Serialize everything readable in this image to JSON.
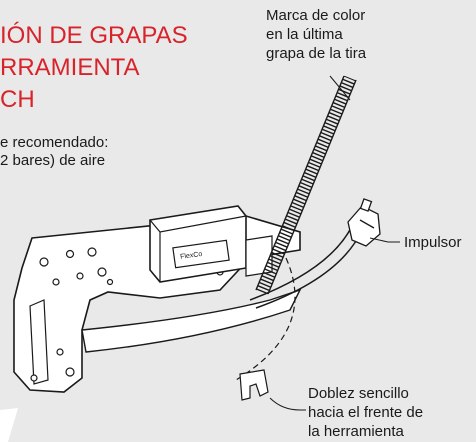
{
  "title": {
    "line1": "IÓN DE GRAPAS",
    "line2": "RRAMIENTA",
    "line3": "CH"
  },
  "pressure_note": {
    "line1": "e recomendado:",
    "line2": "2 bares) de aire"
  },
  "callouts": {
    "color_mark": [
      "Marca de color",
      "en la última",
      "grapa de la tira"
    ],
    "driver": "Impulsor",
    "single_bend": [
      "Doblez sencillo",
      "hacia el frente de",
      "la herramienta"
    ]
  },
  "tool_label": "FlexCo",
  "colors": {
    "title": "#d8232a",
    "panel": "#e9e9e9",
    "line": "#1a1a1a"
  }
}
